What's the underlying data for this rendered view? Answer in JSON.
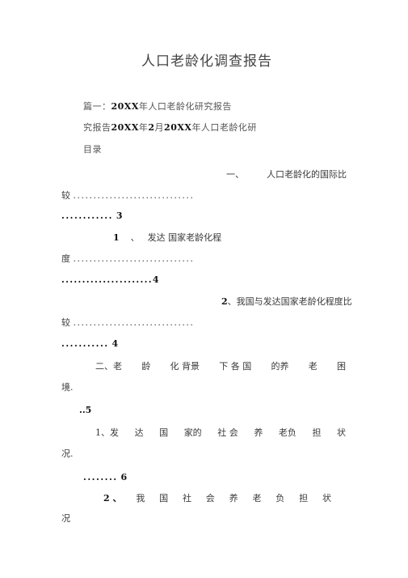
{
  "document": {
    "title": "人口老龄化调查报告",
    "line1": {
      "prefix": "篇一：",
      "year": "20XX",
      "suffix": "年人口老龄化研究报告"
    },
    "line2": {
      "a": "究报告",
      "year1": "20XX",
      "b": "年",
      "month": "2",
      "c": "月",
      "year2": "20XX",
      "d": "年人口老龄化研"
    },
    "toc_heading": "目录",
    "toc": {
      "e1": {
        "num": "一、",
        "text": "人口老龄化的国际比"
      },
      "e1_cont": {
        "char": "较",
        "dots": ".............................."
      },
      "e1_page": {
        "dots": "............",
        "page": "3"
      },
      "e2": {
        "num": "1",
        "sep": "、",
        "text": "发达 国家老龄化程"
      },
      "e2_cont": {
        "char": "度",
        "dots": ".............................."
      },
      "e2_page": {
        "dots": "......................",
        "page": "4"
      },
      "e3": {
        "num": "2",
        "text": "、我国与发达国家老龄化程度比"
      },
      "e3_cont": {
        "char": "较",
        "dots": ".............................."
      },
      "e3_page": {
        "dots": "...........",
        "page": "4"
      },
      "e4": {
        "words": [
          "二、老",
          "龄",
          "化 背景",
          "下 各 国",
          "的养",
          "老",
          "困"
        ]
      },
      "e4_cont": "境.",
      "e4_page": {
        "dots": "..",
        "page": "5"
      },
      "e5": {
        "words": [
          "1、发",
          "达",
          "国",
          "家的",
          "社 会",
          "养",
          "老负",
          "担",
          "状"
        ]
      },
      "e5_cont": "况.",
      "e5_page": {
        "dots": "........",
        "page": "6"
      },
      "e6": {
        "words": [
          "2 、",
          "我",
          "国",
          "社",
          "会",
          "养",
          "老",
          "负",
          "担",
          "状"
        ]
      },
      "e6_cont": "况"
    }
  }
}
